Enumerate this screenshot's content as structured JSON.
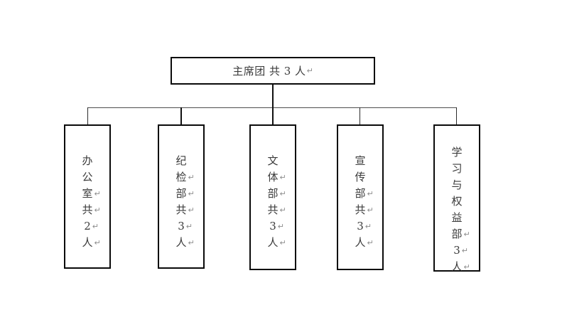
{
  "diagram": {
    "type": "organization-chart",
    "title_box": {
      "text": "主席团 共 3 人",
      "pilcrow": "↵"
    },
    "pilcrow_symbol": "↵",
    "root": {
      "label": "主席团 共 3 人",
      "name": "主席团",
      "count_text": "共 3 人",
      "count": 3
    },
    "departments": [
      {
        "name": "办公室",
        "count_text": "共 2 人",
        "count": 2,
        "lines": [
          "办",
          "公",
          "室",
          "共",
          "2",
          "人"
        ],
        "pilcrow_after": [
          false,
          false,
          true,
          true,
          true,
          true
        ]
      },
      {
        "name": "纪检部",
        "count_text": "共 3 人",
        "count": 3,
        "lines": [
          "纪",
          "检",
          "部",
          "共",
          "3",
          "人"
        ],
        "pilcrow_after": [
          false,
          true,
          true,
          true,
          true,
          true
        ]
      },
      {
        "name": "文体部",
        "count_text": "共 3 人",
        "count": 3,
        "lines": [
          "文",
          "体",
          "部",
          "共",
          "3",
          "人"
        ],
        "pilcrow_after": [
          false,
          true,
          true,
          true,
          true,
          true
        ]
      },
      {
        "name": "宣传部",
        "count_text": "共 3 人",
        "count": 3,
        "lines": [
          "宣",
          "传",
          "部",
          "共",
          "3",
          "人"
        ],
        "pilcrow_after": [
          false,
          false,
          true,
          true,
          true,
          true
        ]
      },
      {
        "name": "学习与权益部",
        "count_text": "3 人",
        "count": 3,
        "lines": [
          "学",
          "习",
          "与",
          "权",
          "益",
          "部",
          "3",
          "人"
        ],
        "pilcrow_after": [
          false,
          false,
          false,
          false,
          false,
          true,
          true,
          true
        ]
      }
    ],
    "colors": {
      "background": "#ffffff",
      "box_border": "#0a0a0a",
      "text": "#3b3b3b",
      "pilcrow": "#8c8c8c",
      "connector": "#2b2b2b"
    }
  }
}
